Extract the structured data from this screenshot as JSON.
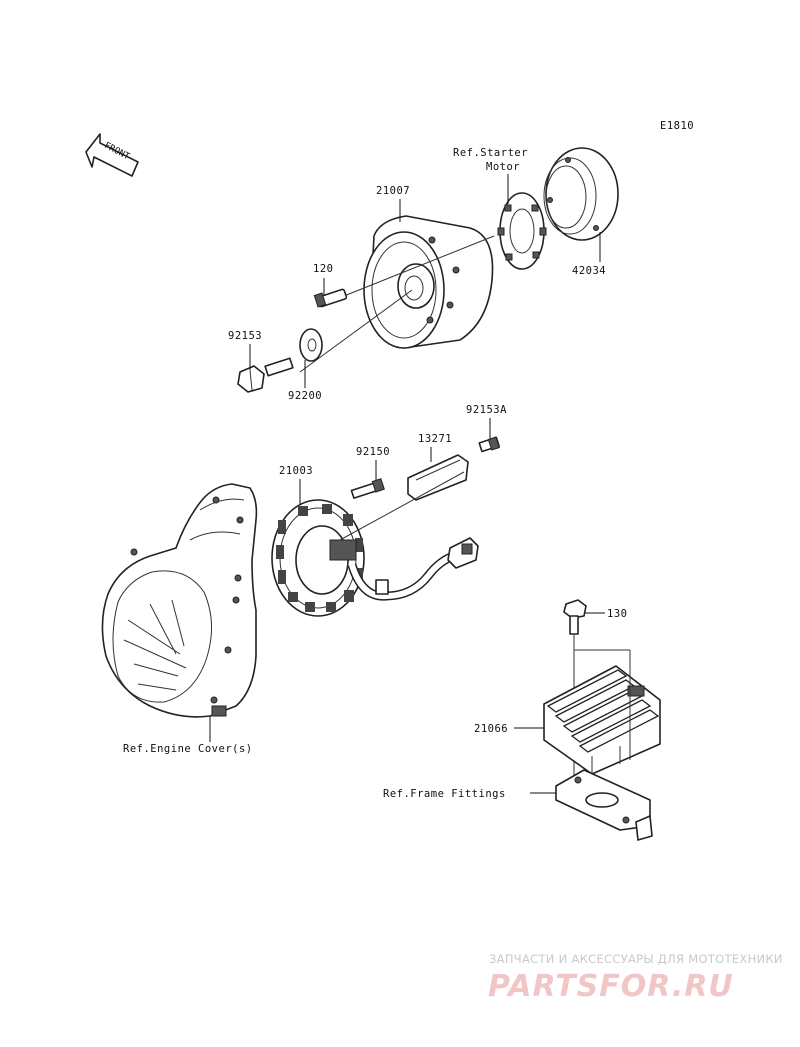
{
  "diagram_code": "E1810",
  "front_arrow_text": "FRONT",
  "labels": {
    "ref_starter_motor_1": "Ref.Starter",
    "ref_starter_motor_2": "Motor",
    "p21007": "21007",
    "p42034": "42034",
    "p120": "120",
    "p92153": "92153",
    "p92200": "92200",
    "p92153A": "92153A",
    "p13271": "13271",
    "p92150": "92150",
    "p21003": "21003",
    "p130": "130",
    "p21066": "21066",
    "ref_engine_cover": "Ref.Engine Cover(s)",
    "ref_frame_fittings": "Ref.Frame Fittings"
  },
  "watermark": {
    "tagline": "ЗАПЧАСТИ И АКСЕССУАРЫ ДЛЯ МОТОТЕХНИКИ",
    "brand": "PARTSFOR.RU"
  }
}
